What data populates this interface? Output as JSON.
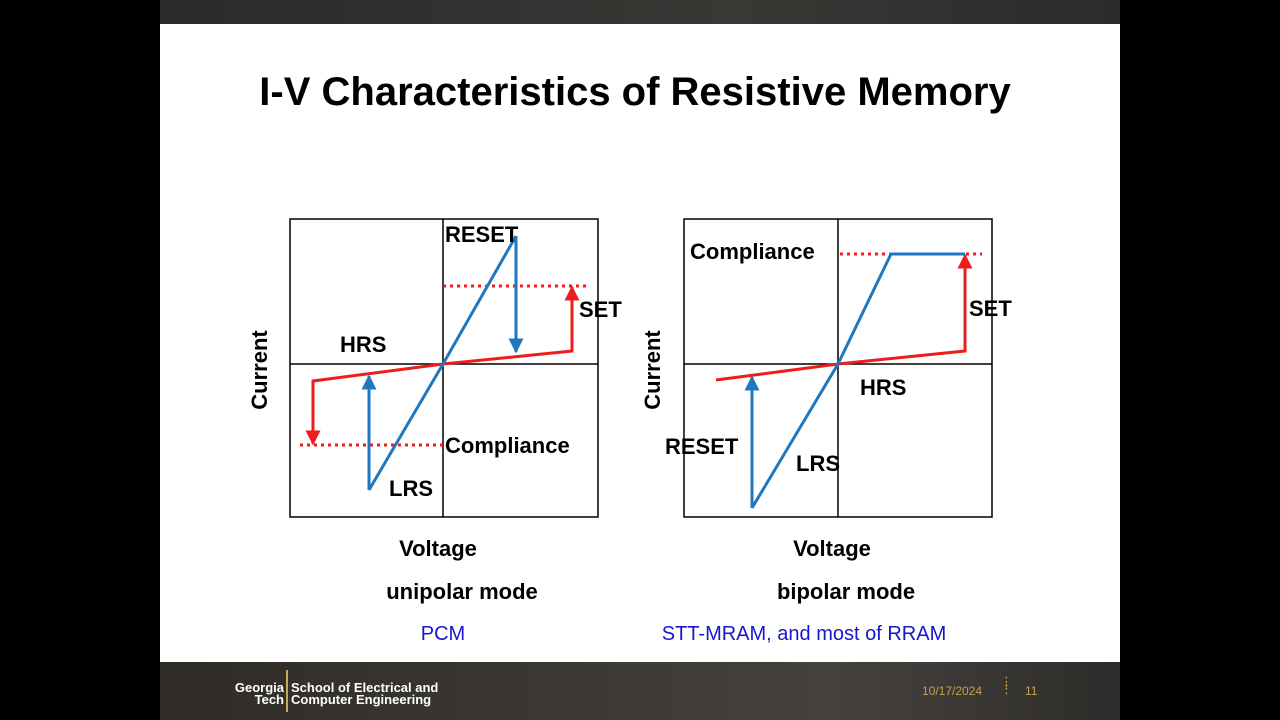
{
  "slide": {
    "title": "I-V Characteristics of Resistive Memory",
    "left_panel": {
      "ylabel": "Current",
      "xlabel": "Voltage",
      "mode": "unipolar mode",
      "technology": "PCM",
      "labels": {
        "reset": "RESET",
        "set": "SET",
        "hrs": "HRS",
        "lrs": "LRS",
        "compliance": "Compliance"
      }
    },
    "right_panel": {
      "ylabel": "Current",
      "xlabel": "Voltage",
      "mode": "bipolar mode",
      "technology": "STT-MRAM, and most of RRAM",
      "labels": {
        "compliance": "Compliance",
        "set": "SET",
        "hrs": "HRS",
        "reset": "RESET",
        "lrs": "LRS"
      }
    },
    "colors": {
      "hrs_curve": "#ee1c1c",
      "lrs_curve": "#1f77c0",
      "caption": "#1616cc"
    }
  },
  "footer": {
    "logo_line1": "Georgia",
    "logo_line2": "Tech",
    "school_line1": "School of Electrical and",
    "school_line2": "Computer Engineering",
    "date": "10/17/2024",
    "page": "11"
  }
}
